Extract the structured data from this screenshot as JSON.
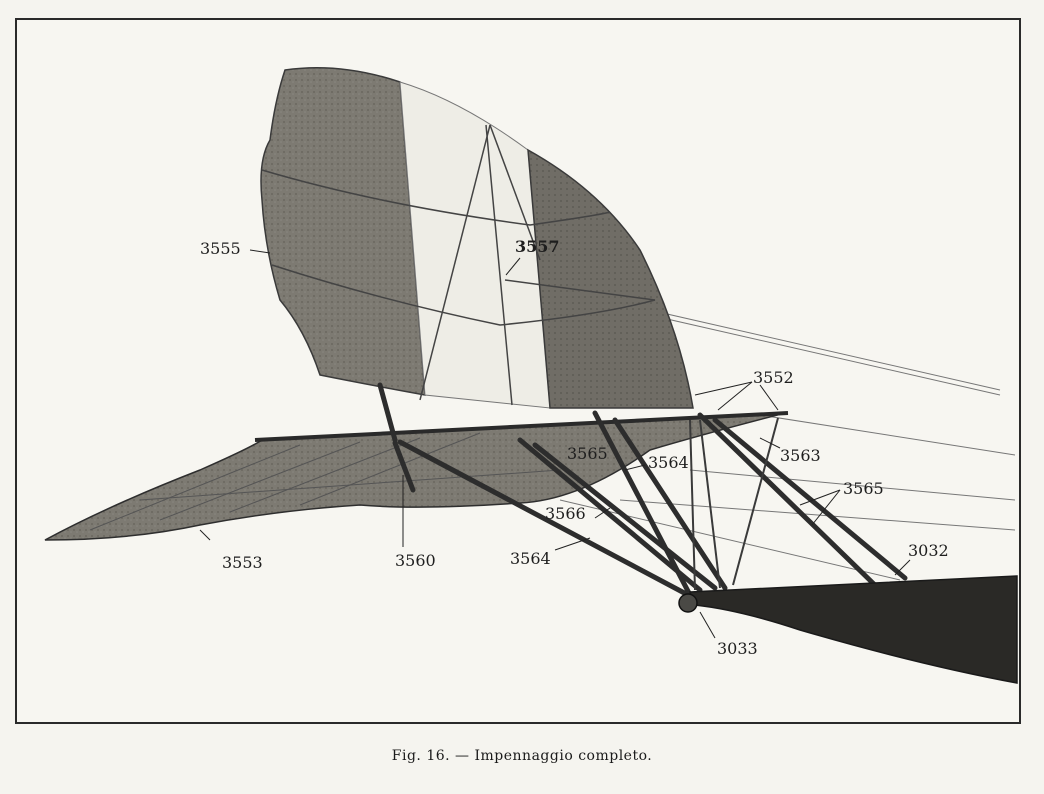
{
  "figure": {
    "caption": "Fig. 16. — Impennaggio completo.",
    "illustration": "photo-biplane-tail-assembly",
    "labels": {
      "l3555": "3555",
      "l3557": "3557",
      "l3552": "3552",
      "l3563": "3563",
      "l3565": "3565",
      "l3032": "3032",
      "l3033": "3033",
      "l3553": "3553",
      "l3560": "3560",
      "l3564a": "3564",
      "l3564b": "3564",
      "l3566": "3566",
      "l3565b": "3565"
    }
  }
}
